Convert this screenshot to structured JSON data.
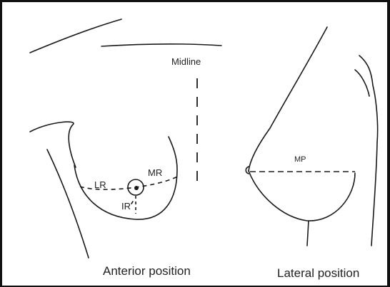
{
  "labels": {
    "midline": "Midline",
    "lr": "LR",
    "mr": "MR",
    "ir": "IR",
    "mp": "MP",
    "anterior_caption": "Anterior position",
    "lateral_caption": "Lateral position"
  },
  "colors": {
    "ink": "#1a1a1a",
    "border": "#111111",
    "background": "#ffffff"
  }
}
